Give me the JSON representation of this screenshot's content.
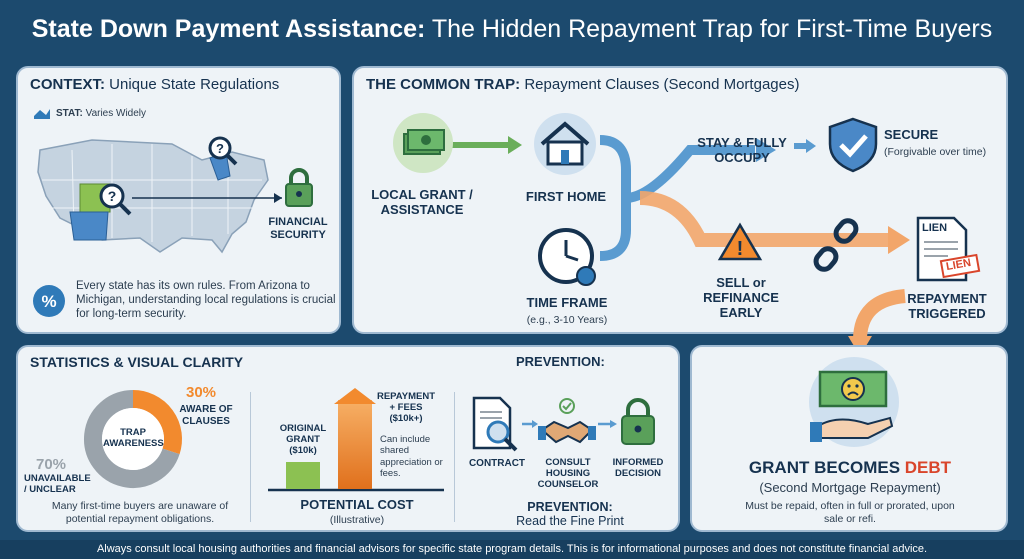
{
  "header": {
    "title_bold": "State Down Payment Assistance:",
    "title_rest": "The Hidden Repayment Trap for First-Time Buyers"
  },
  "context": {
    "title_bold": "CONTEXT:",
    "title_rest": "Unique State Regulations",
    "stat_bold": "STAT:",
    "stat_rest": "Varies Widely",
    "security_label": "FINANCIAL SECURITY",
    "body": "Every state has its own rules. From Arizona to Michigan, understanding local regulations is crucial for long-term security."
  },
  "trap": {
    "title_bold": "THE COMMON TRAP:",
    "title_rest": "Repayment Clauses (Second Mortgages)",
    "grant_label": "LOCAL GRANT / ASSISTANCE",
    "home_label": "FIRST HOME",
    "timeframe_label": "TIME FRAME",
    "timeframe_sub": "(e.g., 3-10 Years)",
    "stay_label": "STAY & FULLY OCCUPY",
    "secure_label": "SECURE",
    "secure_sub": "(Forgivable over time)",
    "sell_label": "SELL or REFINANCE EARLY",
    "lien_text": "LIEN",
    "lien_stamp": "LIEN",
    "repayment_label": "REPAYMENT TRIGGERED",
    "debt_prefix": "GRANT BECOMES",
    "debt_word": "DEBT",
    "debt_sub": "(Second Mortgage Repayment)",
    "debt_note": "Must be repaid, often in full or prorated, upon sale or refi."
  },
  "stats": {
    "title": "STATISTICS & VISUAL CLARITY",
    "aware_pct": "30%",
    "aware_label": "AWARE OF CLAUSES",
    "unaware_pct": "70%",
    "unaware_label": "UNAVAILABLE / UNCLEAR",
    "donut_center": "TRAP AWARENESS",
    "note": "Many first-time buyers are unaware of potential repayment obligations.",
    "original_label": "ORIGINAL GRANT ($10k)",
    "repay_label": "REPAYMENT + FEES ($10k+)",
    "repay_note": "Can include shared appreciation or fees.",
    "cost_title": "POTENTIAL COST",
    "cost_sub": "(Illustrative)"
  },
  "prevention": {
    "title": "PREVENTION:",
    "contract": "CONTRACT",
    "counselor": "CONSULT HOUSING COUNSELOR",
    "decision": "INFORMED DECISION",
    "bottom_bold": "PREVENTION:",
    "bottom_rest": "Read the Fine Print"
  },
  "chart_data": {
    "type": "pie",
    "title": "TRAP AWARENESS",
    "categories": [
      "AWARE OF CLAUSES",
      "UNAVAILABLE / UNCLEAR"
    ],
    "values": [
      30,
      70
    ],
    "colors": [
      "#f28a2e",
      "#9aa3ab"
    ]
  },
  "footer": {
    "text": "Always consult local housing authorities and financial advisors for specific state program details. This is for informational purposes and does not constitute financial advice."
  }
}
